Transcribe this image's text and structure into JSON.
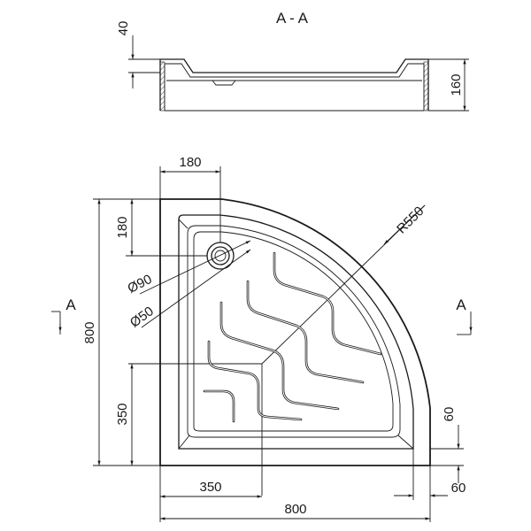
{
  "section_title": "A - A",
  "section_marker": "A",
  "dims": {
    "side_40": "40",
    "side_160": "160",
    "top_180": "180",
    "left_180": "180",
    "radius": "R550",
    "outer_dia": "Ø90",
    "inner_dia": "Ø50",
    "height_800": "800",
    "left_350": "350",
    "bottom_350": "350",
    "bottom_800": "800",
    "right_60": "60",
    "bottom_60": "60"
  }
}
